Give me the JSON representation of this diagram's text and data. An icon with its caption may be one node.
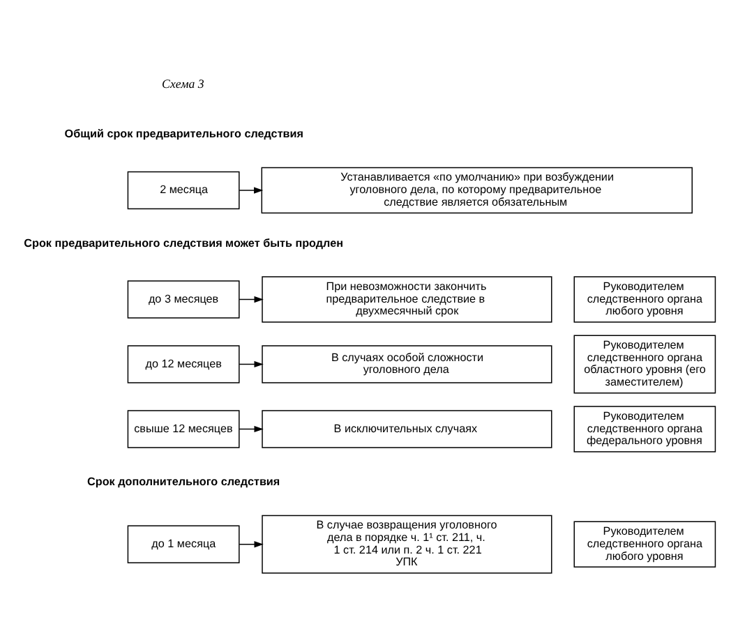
{
  "diagram": {
    "nodes": [
      {
        "text": [
          "2 месяца"
        ]
      },
      {
        "text": [
          "Устанавливается «по умолчанию» при возбуждении уголовного дела, по которому предварительное следствие является обязательным"
        ]
      },
      {
        "text": [
          "до 3 месяцев"
        ]
      },
      {
        "text": [
          "При невозможности закончить предварительное следствие в двухмесячный срок"
        ]
      },
      {
        "text": [
          "Руководителем следственного органа любого уровня"
        ]
      },
      {
        "text": [
          "до 12 месяцев"
        ]
      },
      {
        "text": [
          "В случаях особой сложности уголовного дела"
        ]
      },
      {
        "text": [
          "Руководителем следственного органа областного уровня (его заместителем)"
        ]
      },
      {
        "text": [
          "свыше 12 месяцев"
        ]
      },
      {
        "text": [
          "В исключительных случаях"
        ]
      },
      {
        "text": [
          "Руководителем следственного органа федерального уровня"
        ]
      },
      {
        "text": [
          "до 1 месяца"
        ]
      },
      {
        "text": [
          "В случае возвращения уголовного дела в порядке ч. 1¹ ст. 211, ч. 1 ст. 214 или п. 2 ч. 1 ст. 221 УПК"
        ]
      },
      {
        "text": [
          "Руководителем следственного органа любого уровня"
        ]
      }
    ],
    "edges": [
      {
        "from": 0,
        "to": 1,
        "arrow": "to"
      },
      {
        "from": 2,
        "to": 3,
        "arrow": "to"
      },
      {
        "from": 5,
        "to": 6,
        "arrow": "to"
      },
      {
        "from": 8,
        "to": 9,
        "arrow": "to"
      },
      {
        "from": 11,
        "to": 12,
        "arrow": "to"
      }
    ],
    "labels": [
      "Схема 3",
      "Общий срок предварительного следствия",
      "Срок предварительного следствия может быть продлен",
      "Срок дополнительного следствия"
    ]
  }
}
